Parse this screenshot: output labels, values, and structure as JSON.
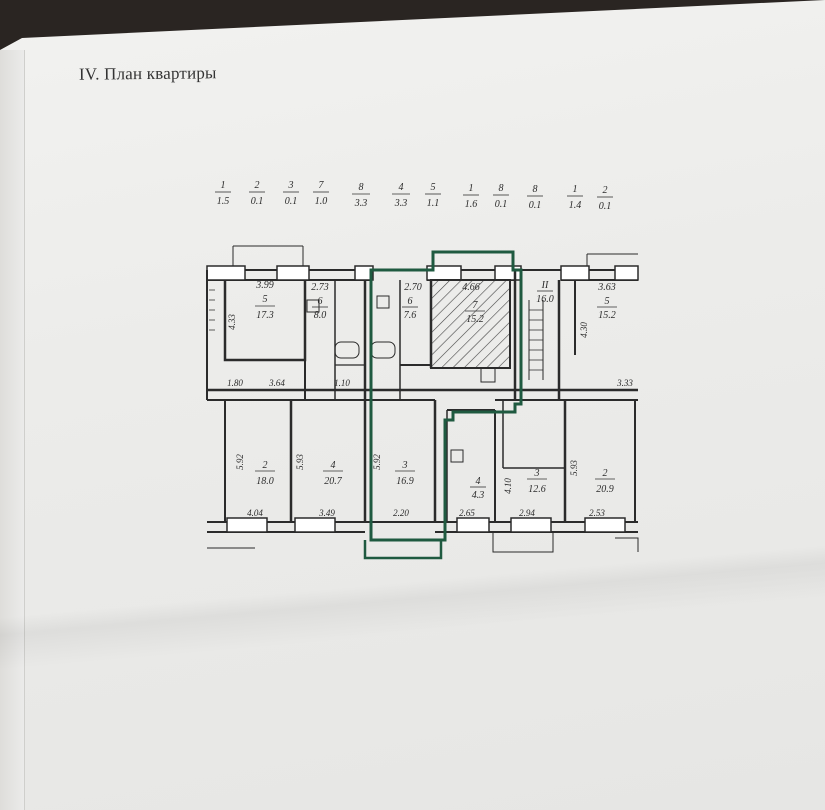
{
  "document": {
    "heading": "IV. План квартиры"
  },
  "explication": [
    {
      "num": "1",
      "area": "1.5"
    },
    {
      "num": "2",
      "area": "0.1"
    },
    {
      "num": "3",
      "area": "0.1"
    },
    {
      "num": "7",
      "area": "1.0"
    },
    {
      "num": "8",
      "area": "3.3"
    },
    {
      "num": "4",
      "area": "3.3"
    },
    {
      "num": "5",
      "area": "1.1"
    },
    {
      "num": "1",
      "area": "1.6"
    },
    {
      "num": "8",
      "area": "0.1"
    },
    {
      "num": "8",
      "area": "0.1"
    },
    {
      "num": "1",
      "area": "1.4"
    },
    {
      "num": "2",
      "area": "0.1"
    }
  ],
  "rooms": [
    {
      "num": "5",
      "area": "17.3",
      "dim": "3.99"
    },
    {
      "num": "6",
      "area": "8.0",
      "dim": "2.73"
    },
    {
      "num": "6",
      "area": "7.6",
      "dim": "2.70"
    },
    {
      "num": "7",
      "area": "15.2",
      "dim": "4.66"
    },
    {
      "num": "II",
      "area": "16.0"
    },
    {
      "num": "5",
      "area": "15.2",
      "dim": "3.63"
    },
    {
      "num": "2",
      "area": "18.0"
    },
    {
      "num": "4",
      "area": "20.7"
    },
    {
      "num": "3",
      "area": "16.9"
    },
    {
      "num": "4",
      "area": "4.3"
    },
    {
      "num": "3",
      "area": "12.6"
    },
    {
      "num": "2",
      "area": "20.9"
    }
  ],
  "dimensions": {
    "bottom": [
      "4.04",
      "3.49",
      "2.20",
      "2.65",
      "2.94",
      "2.53"
    ],
    "corridor": [
      "1.80",
      "3.64",
      "1.10",
      "3.33"
    ],
    "vertical": [
      "5.92",
      "5.93",
      "5.92",
      "5.93",
      "4.10",
      "4.33",
      "4.30"
    ]
  },
  "colors": {
    "ink": "#2b2b2b",
    "highlight": "#1f5a40",
    "hatch": "#444444"
  }
}
